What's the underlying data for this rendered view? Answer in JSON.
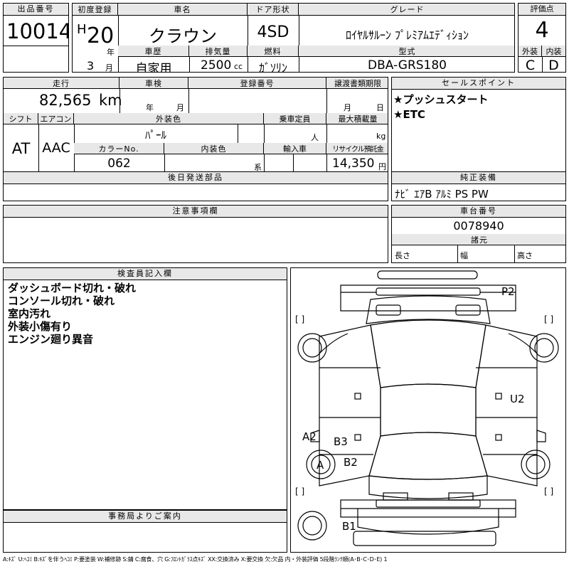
{
  "row1": {
    "lot_label": "出品番号",
    "lot_value": "10014",
    "first_reg_label": "初度登録",
    "era": "H",
    "year": "20",
    "year_unit": "年",
    "month": "3",
    "month_unit": "月",
    "name_label": "車名",
    "name_value": "クラウン",
    "door_label": "ドア形状",
    "door_value": "4SD",
    "grade_label": "グレード",
    "grade_value": "ﾛｲﾔﾙｻﾙｰﾝ ﾌﾟﾚﾐｱﾑｴﾃﾞｨｼｮﾝ",
    "score_label": "評価点",
    "score_value": "4",
    "history_label": "車歴",
    "history_value": "自家用",
    "displacement_label": "排気量",
    "displacement_value": "2500",
    "displacement_unit": "cc",
    "fuel_label": "燃料",
    "fuel_value": "ｶﾞｿﾘﾝ",
    "model_label": "型式",
    "model_value": "DBA-GRS180",
    "exterior_label": "外装",
    "exterior_value": "C",
    "interior_label": "内装",
    "interior_value": "D"
  },
  "row2": {
    "mileage_label": "走行",
    "mileage_value": "82,565",
    "mileage_unit": "km",
    "inspection_label": "車検",
    "inspection_year_unit": "年",
    "inspection_month_unit": "月",
    "reg_label": "登録番号",
    "transfer_label": "譲渡書類期限",
    "transfer_month_unit": "月",
    "transfer_day_unit": "日",
    "selling_label": "セールスポイント",
    "selling_points": [
      "★プッシュスタート",
      "★ETC"
    ],
    "shift_label": "シフト",
    "shift_value": "AT",
    "aircon_label": "エアコン",
    "aircon_value": "AAC",
    "color_label": "外装色",
    "color_value": "ﾊﾟｰﾙ",
    "capacity_label": "乗車定員",
    "capacity_unit": "人",
    "load_label": "最大積載量",
    "load_unit": "kg",
    "color_no_label": "カラーNo.",
    "color_no_value": "062",
    "interior_color_label": "内装色",
    "interior_color_unit": "系",
    "import_label": "輸入車",
    "recycle_label": "リサイクル預託金",
    "recycle_value": "14,350",
    "recycle_unit": "円"
  },
  "parts": {
    "label": "後日発送部品",
    "equip_label": "純正装備",
    "equip_value": "ﾅﾋﾞ ｴｱB ｱﾙﾐ PS PW"
  },
  "notes": {
    "label": "注意事項欄",
    "chassis_label": "車台番号",
    "chassis_value": "0078940",
    "dims_label": "諸元",
    "length_label": "長さ",
    "width_label": "幅",
    "height_label": "高さ"
  },
  "inspector": {
    "label": "検査員記入欄",
    "lines": [
      "ダッシュボード切れ・破れ",
      "コンソール切れ・破れ",
      "室内汚れ",
      "外装小傷有り",
      "エンジン廻り異音"
    ]
  },
  "office": {
    "label": "事務局よりご案内"
  },
  "diagram": {
    "marks": [
      {
        "code": "P2"
      },
      {
        "code": "U2"
      },
      {
        "code": "A2"
      },
      {
        "code": "B3"
      },
      {
        "code": "A"
      },
      {
        "code": "B2"
      },
      {
        "code": "B1"
      }
    ],
    "bracket_glyph": "[ ]"
  },
  "legend": "A:ｷｽﾞ U:ﾍｺﾐ B:ｷｽﾞを伴うﾍｺﾐ P:要塗装 W:補修跡 S:錆 C:腐食、穴 G:ﾌﾛﾝﾄｶﾞﾗｽ点ｷｽﾞ XX:交換済み X:要交換 欠:欠品 内・外装評価 5段階ﾗﾝｸ順(A･B･C･D･E) 1"
}
